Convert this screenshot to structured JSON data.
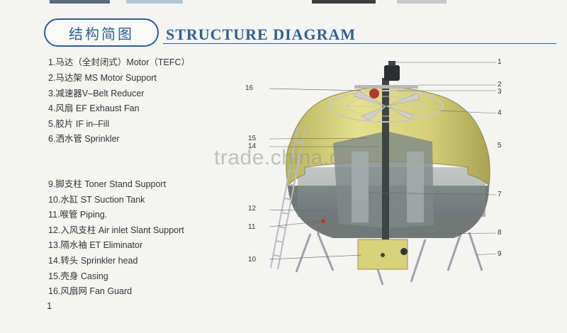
{
  "header": {
    "badge_text": "结构简图",
    "title": "STRUCTURE DIAGRAM"
  },
  "legend": {
    "items": [
      "1.马达（全封闭式）Motor（TEFC）",
      "2.马达架 MS  Motor Support",
      "3.减速器V–Belt Reducer",
      "4.风扇 EF  Exhaust Fan",
      "5.胶片 IF  in–Fill",
      "6.洒水管  Sprinkler",
      "9.脚支柱 Toner Stand Support",
      "10.水缸 ST   Suction Tank",
      "11.喉管 Piping.",
      "12.入风支柱 Air inlet Slant Support",
      "13.隔水袖 ET  Eliminator",
      "14.转头  Sprinkler head",
      "15.壳身 Casing",
      "16.风扇网 Fan Guard"
    ]
  },
  "callouts": {
    "c1": "1",
    "c2": "2",
    "c3": "3",
    "c4": "4",
    "c5": "5",
    "c7": "7",
    "c8": "8",
    "c9": "9",
    "c10": "10",
    "c11": "11",
    "c12": "12",
    "c14": "14",
    "c15": "15",
    "c16": "16"
  },
  "page_number": "1",
  "watermark": "trade.china.cn",
  "colors": {
    "accent": "#2f5f8f",
    "casing": "#d8d27a",
    "infill": "#8a9494"
  }
}
